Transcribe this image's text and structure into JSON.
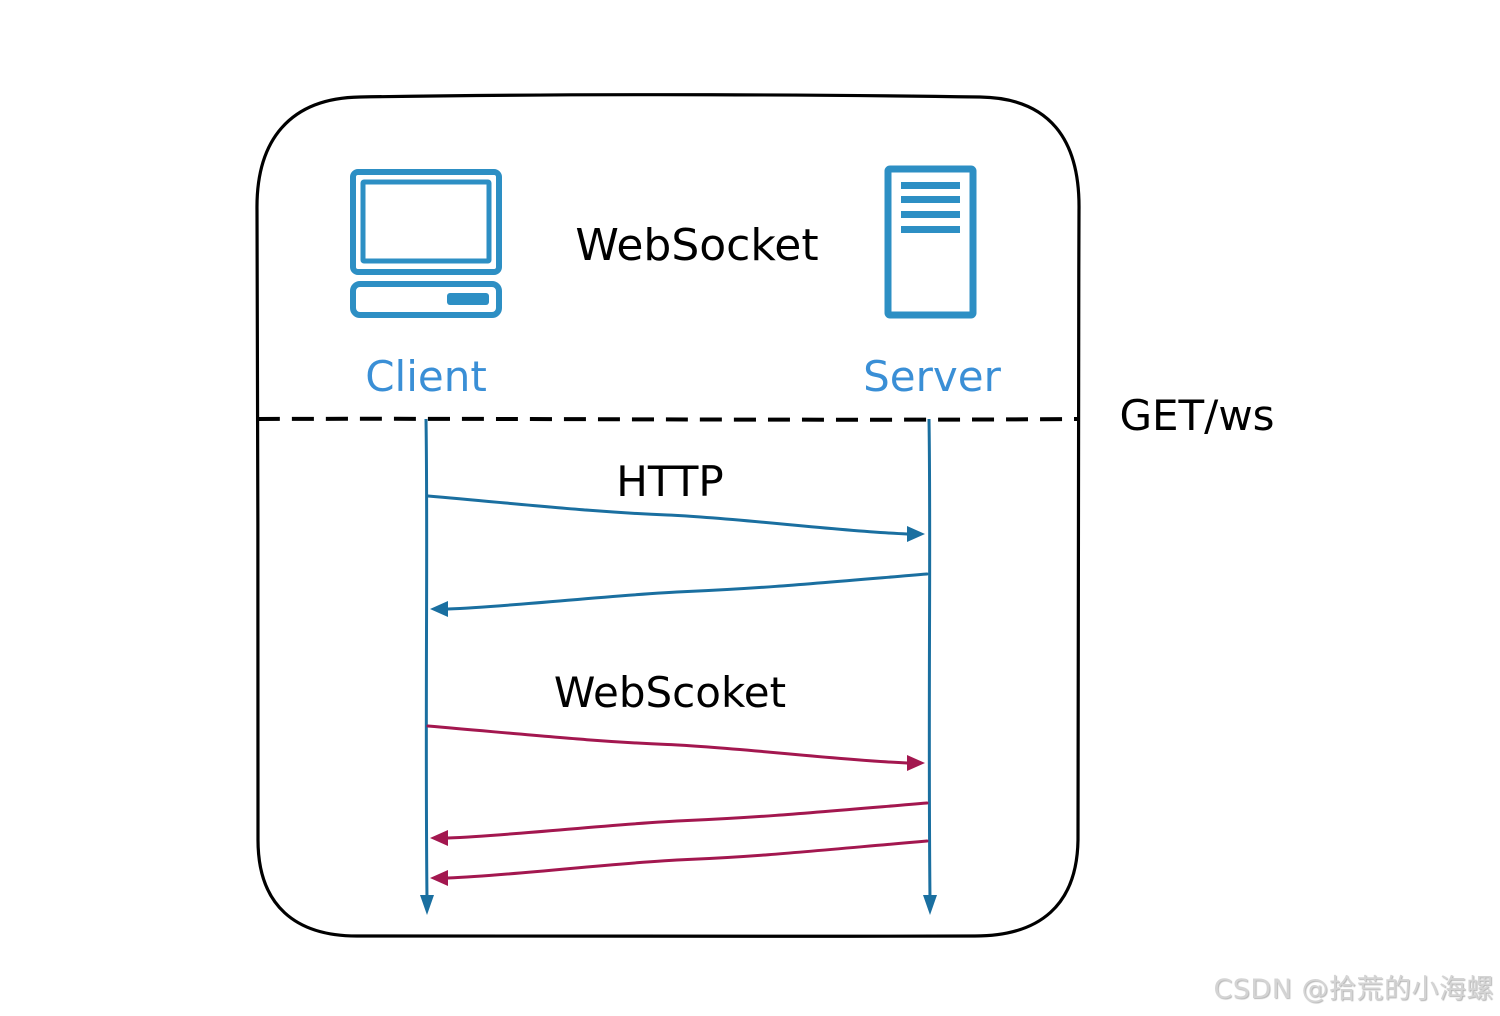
{
  "title": "WebSocket",
  "nodes": {
    "client": {
      "label": "Client",
      "icon": "computer-icon"
    },
    "server": {
      "label": "Server",
      "icon": "server-icon"
    }
  },
  "divider_label": "GET/ws",
  "phases": [
    {
      "label": "HTTP",
      "color": "#1a6fa0",
      "messages": [
        {
          "from": "client",
          "to": "server"
        },
        {
          "from": "server",
          "to": "client"
        }
      ]
    },
    {
      "label": "WebScoket",
      "color": "#a3174f",
      "messages": [
        {
          "from": "client",
          "to": "server"
        },
        {
          "from": "server",
          "to": "client"
        },
        {
          "from": "server",
          "to": "client"
        }
      ]
    }
  ],
  "colors": {
    "icon": "#2d8fc4",
    "node_label": "#3a8fd6",
    "lifeline": "#1a6fa0",
    "frame": "#000000"
  },
  "watermark": "CSDN @拾荒的小海螺"
}
